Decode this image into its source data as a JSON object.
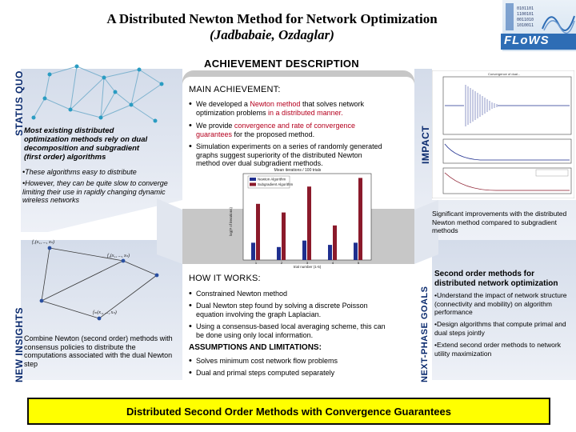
{
  "title": {
    "line1": "A Distributed Newton Method for Network Optimization",
    "line2": "(Jadbabaie, Ozdaglar)"
  },
  "logo": {
    "text": "FLoWS"
  },
  "labels": {
    "status_quo": "STATUS QUO",
    "impact": "IMPACT",
    "new_insights": "NEW INSIGHTS",
    "next_phase": "NEXT-PHASE GOALS"
  },
  "achievement_header": "ACHIEVEMENT DESCRIPTION",
  "status_quo": {
    "main": "Most existing distributed optimization methods rely on dual decomposition and subgradient (first order) algorithms",
    "bullet1": "•These algorithms easy to distribute",
    "bullet2": "•However, they can be quite slow to converge limiting their use in rapidly changing dynamic wireless networks"
  },
  "main_achievement": {
    "heading": "MAIN ACHIEVEMENT:",
    "b1_pre": "We developed a ",
    "b1_hl": "Newton method",
    "b1_post": " that solves network optimization problems ",
    "b1_hl2": "in a distributed manner.",
    "b2_pre": "We provide ",
    "b2_hl": "convergence and rate of convergence guarantees",
    "b2_post": " for the proposed method.",
    "b3": "Simulation experiments on a series of randomly generated graphs suggest superiority of the distributed Newton method over dual subgradient methods."
  },
  "impact": {
    "text": "Significant improvements with the distributed Newton method compared to subgradient methods"
  },
  "bar_chart": {
    "title": "Mean iterations / 100 trials",
    "legend1": "Newton Algorithm",
    "legend2": "Subgradient Algorithm",
    "ylabel": "log(# of iterations)",
    "xlabel": "trial number (1-5)",
    "newton": [
      0.8,
      0.6,
      0.9,
      0.7,
      0.8
    ],
    "subgradient": [
      2.6,
      2.2,
      3.4,
      1.6,
      3.8
    ],
    "ymax": 4
  },
  "how_it_works": {
    "heading": "HOW IT WORKS:",
    "b1": "Constrained Newton method",
    "b2": "Dual Newton step found by solving a discrete Poisson equation involving the graph Laplacian.",
    "b3": "Using a consensus-based local averaging scheme, this can be done using only local information.",
    "assumptions_heading": "ASSUMPTIONS AND LIMITATIONS:",
    "a1": "Solves minimum cost network flow problems",
    "a2": "Dual and primal steps computed separately"
  },
  "new_insights": {
    "text": "Combine Newton (second order) methods with consensus policies to distribute the computations associated with the dual Newton step",
    "f1": "f₁(x₁, ..., xₙ)",
    "f2": "f₂(x₁, ..., xₙ)",
    "fm": "fₘ(x₁, ..., xₙ)"
  },
  "next_phase": {
    "heading": "Second order methods for distributed network optimization",
    "b1": "•Understand the impact of network structure (connectivity and mobility) on algorithm performance",
    "b2": "•Design algorithms that compute primal and dual steps jointly",
    "b3": "•Extend second order methods to network utility maximization"
  },
  "footer": "Distributed Second Order Methods with Convergence Guarantees",
  "colors": {
    "accent_red": "#b5001e",
    "label_blue": "#0a2a6e",
    "footer_yellow": "#ffff00",
    "newton_blue": "#1f2f8f",
    "subgradient_red": "#8b1a2b"
  }
}
